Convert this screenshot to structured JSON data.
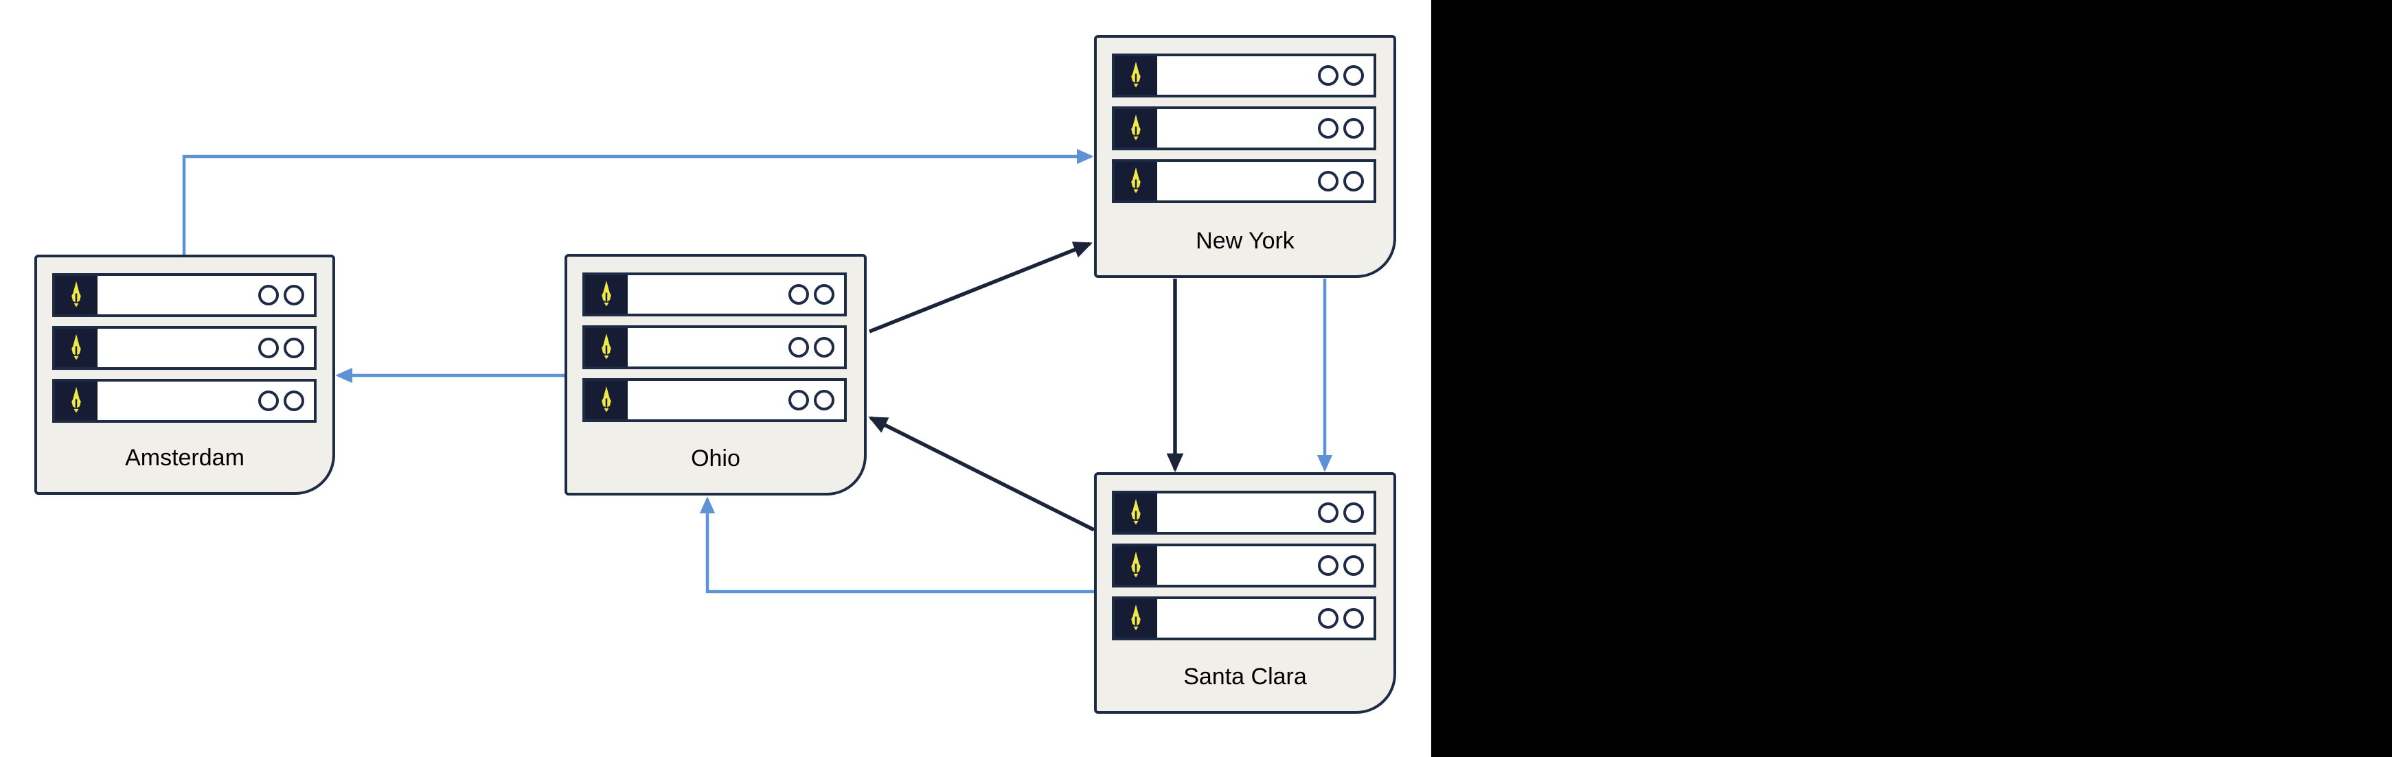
{
  "diagram": {
    "description": "Multi-region server replication topology",
    "nodes": [
      {
        "label": "Amsterdam",
        "servers": 3,
        "leds_per_server": 2
      },
      {
        "label": "Ohio",
        "servers": 3,
        "leds_per_server": 2
      },
      {
        "label": "New York",
        "servers": 3,
        "leds_per_server": 2
      },
      {
        "label": "Santa Clara",
        "servers": 3,
        "leds_per_server": 2
      }
    ],
    "connections": [
      {
        "from": "Amsterdam",
        "to": "New York",
        "color_name": "blue",
        "color": "#5d93d4",
        "style": "elbow"
      },
      {
        "from": "Ohio",
        "to": "Amsterdam",
        "color_name": "blue",
        "color": "#5d93d4",
        "style": "straight"
      },
      {
        "from": "Ohio",
        "to": "New York",
        "color_name": "dark-navy",
        "color": "#1b2438",
        "style": "straight"
      },
      {
        "from": "New York",
        "to": "Santa Clara",
        "color_name": "dark-navy",
        "color": "#1b2438",
        "style": "straight"
      },
      {
        "from": "New York",
        "to": "Santa Clara",
        "color_name": "blue",
        "color": "#5d93d4",
        "style": "straight"
      },
      {
        "from": "Santa Clara",
        "to": "Ohio",
        "color_name": "dark-navy",
        "color": "#1b2438",
        "style": "straight"
      },
      {
        "from": "Santa Clara",
        "to": "Ohio",
        "color_name": "blue",
        "color": "#5d93d4",
        "style": "elbow"
      }
    ],
    "colors": {
      "canvas_bg": "#ffffff",
      "matte": "#000000",
      "node_fill": "#f1efe9",
      "node_border": "#1e2b45",
      "server_fill": "#ffffff",
      "icon_bg": "#151c34",
      "icon_yellow": "#f0e74a",
      "arrow_blue": "#5d93d4",
      "arrow_dark": "#1b2438"
    },
    "icons": {
      "server_icon": "rocket-icon",
      "indicator": "led-circle"
    }
  }
}
